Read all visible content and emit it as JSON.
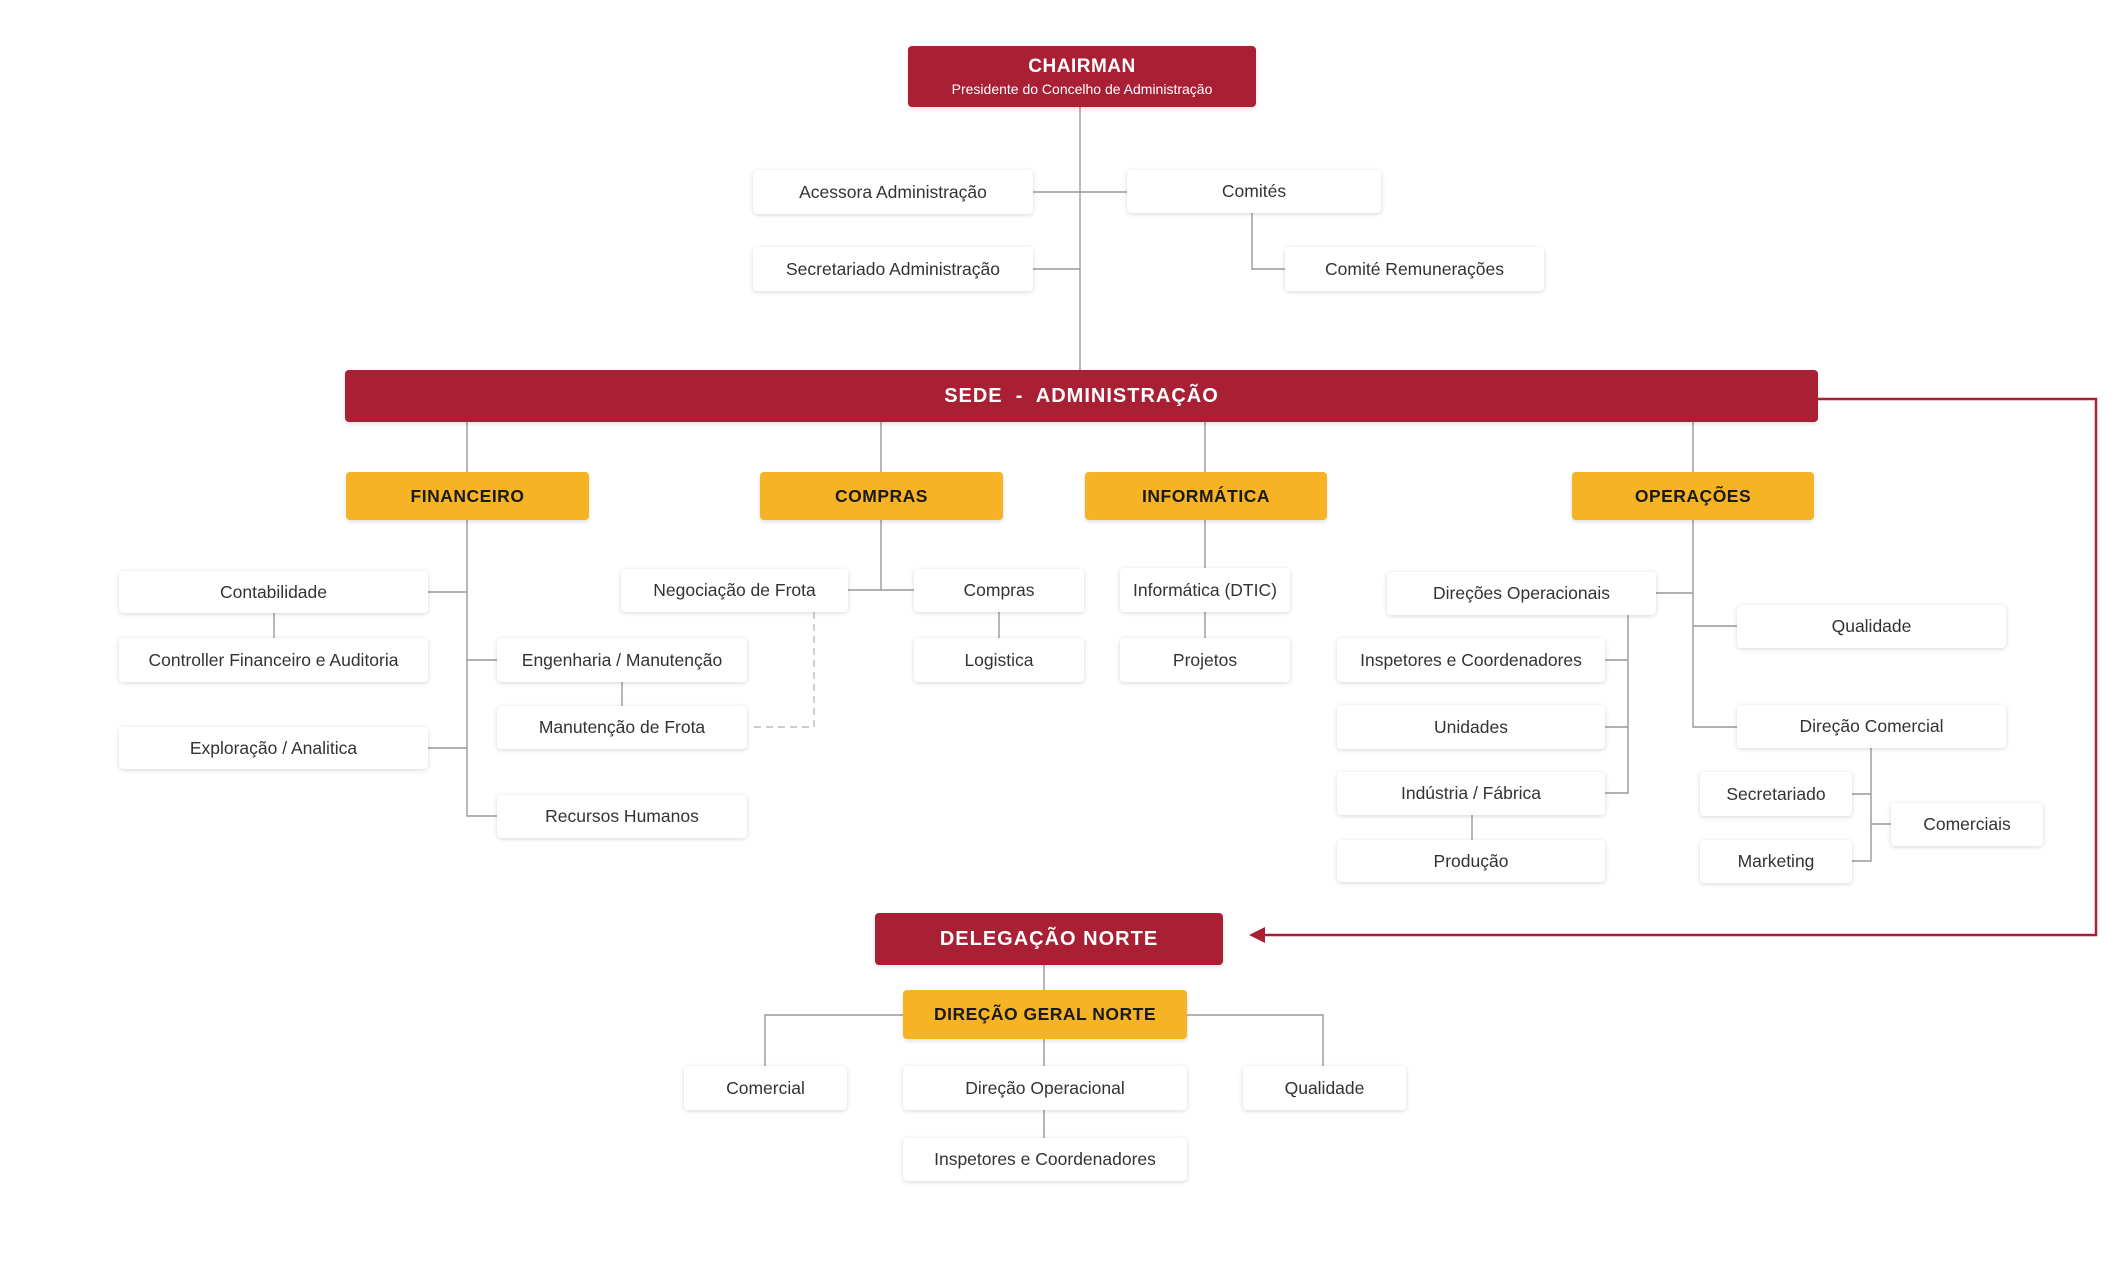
{
  "colors": {
    "primary_red": "#a91f33",
    "accent_yellow": "#f6b324",
    "connector_gray": "#999999",
    "box_text": "#333333"
  },
  "chairman": {
    "title": "CHAIRMAN",
    "subtitle": "Presidente do Concelho de Administração"
  },
  "board_support": {
    "acessora": "Acessora Administração",
    "secretariado": "Secretariado Administração",
    "comites": "Comités",
    "comite_remuneracoes": "Comité Remunerações"
  },
  "sede": {
    "title": "SEDE  -  ADMINISTRAÇÃO"
  },
  "departments": {
    "financeiro": {
      "title": "FINANCEIRO",
      "contabilidade": "Contabilidade",
      "controller": "Controller Financeiro e Auditoria",
      "exploracao": "Exploração / Analitica",
      "engenharia": "Engenharia / Manutenção",
      "manutencao_frota": "Manutenção de Frota",
      "recursos_humanos": "Recursos Humanos"
    },
    "compras": {
      "title": "COMPRAS",
      "negociacao_frota": "Negociação de Frota",
      "compras": "Compras",
      "logistica": "Logistica"
    },
    "informatica": {
      "title": "INFORMÁTICA",
      "dtic": "Informática (DTIC)",
      "projetos": "Projetos"
    },
    "operacoes": {
      "title": "OPERAÇÕES",
      "direcoes_operacionais": "Direções Operacionais",
      "inspetores": "Inspetores e Coordenadores",
      "unidades": "Unidades",
      "industria": "Indústria / Fábrica",
      "producao": "Produção",
      "qualidade": "Qualidade",
      "direcao_comercial": "Direção Comercial",
      "secretariado": "Secretariado",
      "marketing": "Marketing",
      "comerciais": "Comerciais"
    }
  },
  "delegacao_norte": {
    "title": "DELEGAÇÃO NORTE",
    "direcao_geral": "DIREÇÃO GERAL NORTE",
    "comercial": "Comercial",
    "direcao_operacional": "Direção Operacional",
    "qualidade": "Qualidade",
    "inspetores": "Inspetores e Coordenadores"
  }
}
